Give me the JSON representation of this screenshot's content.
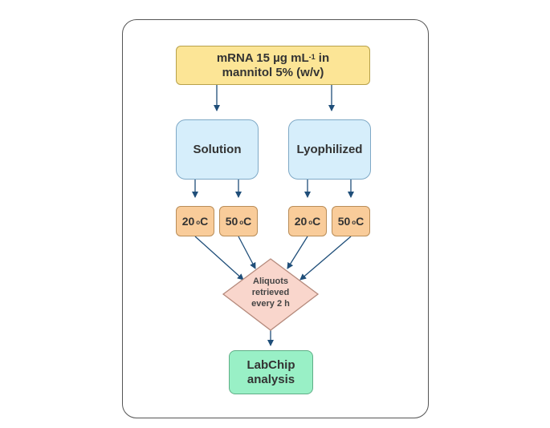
{
  "top_box": {
    "line1_a": "mRNA 15 µg mL",
    "line1_sup": "-1",
    "line1_b": " in",
    "line2": "mannitol 5% (w/v)"
  },
  "conditions": [
    {
      "label": "Solution"
    },
    {
      "label": "Lyophilized"
    }
  ],
  "temperatures": [
    {
      "value": "20 ",
      "sup": "o",
      "unit": "C"
    },
    {
      "value": "50 ",
      "sup": "o",
      "unit": "C"
    },
    {
      "value": "20 ",
      "sup": "o",
      "unit": "C"
    },
    {
      "value": "50 ",
      "sup": "o",
      "unit": "C"
    }
  ],
  "decision": {
    "line1": "Aliquots",
    "line2": "retrieved",
    "line3": "every 2 h"
  },
  "analysis": {
    "line1": "LabChip",
    "line2": "analysis"
  },
  "colors": {
    "top": "#fce596",
    "condition": "#d6eefb",
    "temperature": "#f9cc9a",
    "decision": "#f9d6cc",
    "analysis": "#99f0c6",
    "arrow": "#1f4e79"
  }
}
